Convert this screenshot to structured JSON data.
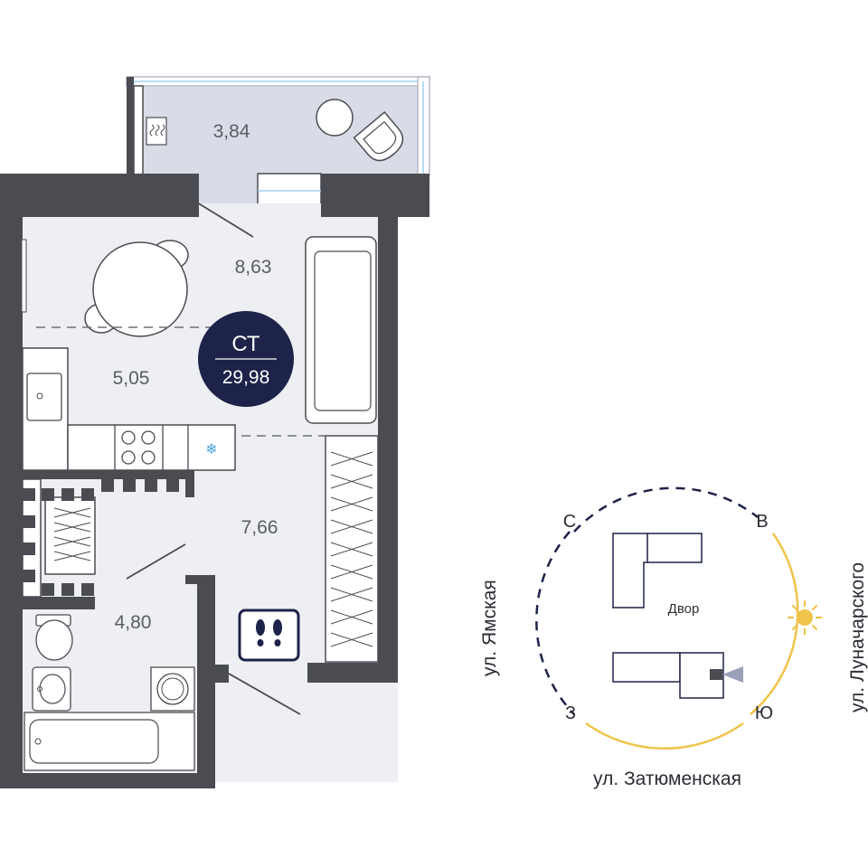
{
  "plan": {
    "rooms": [
      {
        "id": "balcony",
        "area": "3,84"
      },
      {
        "id": "living",
        "area": "8,63"
      },
      {
        "id": "kitchen",
        "area": "5,05"
      },
      {
        "id": "hall",
        "area": "7,66"
      },
      {
        "id": "bathroom",
        "area": "4,80"
      }
    ],
    "badge": {
      "type": "СТ",
      "total": "29,98"
    }
  },
  "site": {
    "compass": {
      "north": "С",
      "east": "В",
      "south": "Ю",
      "west": "З"
    },
    "yard_label": "Двор",
    "streets": {
      "left": "ул. Ямская",
      "right": "ул. Луначарского",
      "bottom": "ул. Затюменская"
    }
  },
  "colors": {
    "wall": "#4a4c52",
    "room_fill": "#eeeff2",
    "balcony_fill": "#d9dce6",
    "badge_bg": "#1d2349",
    "sun": "#f0c34a",
    "compass_dash": "#1d2349"
  }
}
